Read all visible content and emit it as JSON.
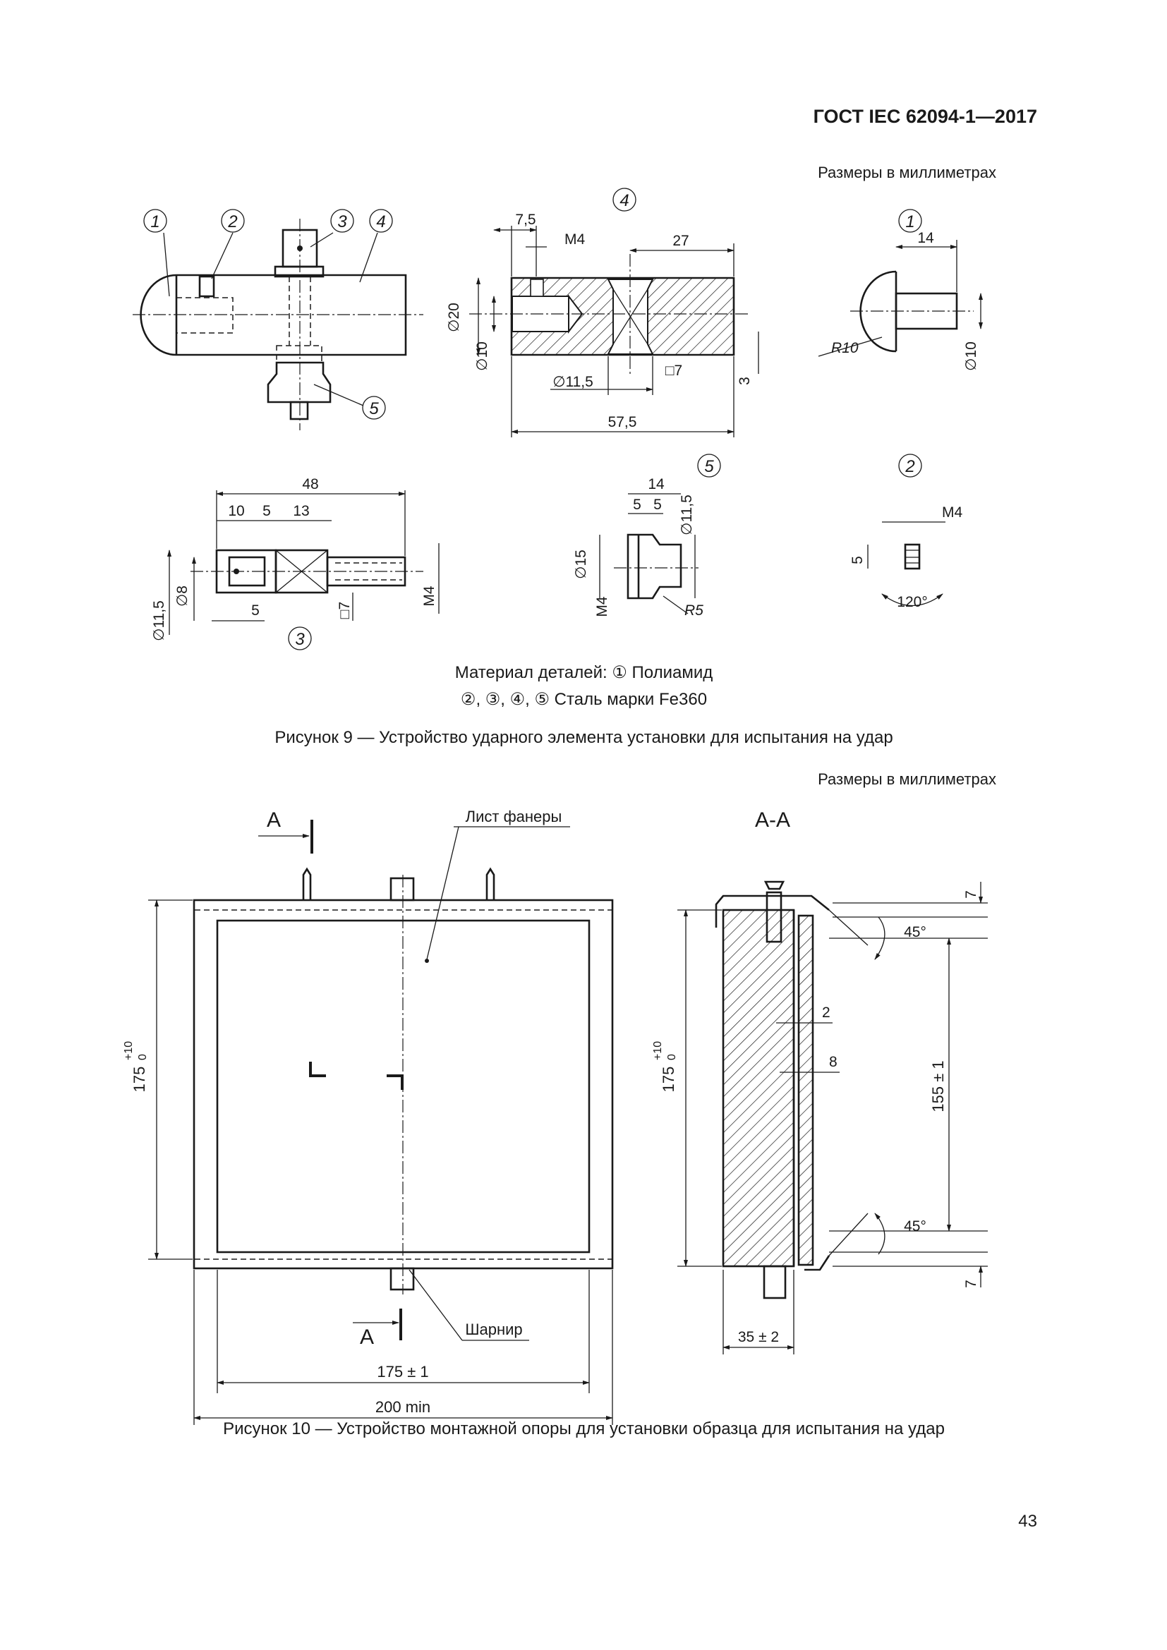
{
  "header": {
    "standard": "ГОСТ IEC 62094-1—2017"
  },
  "units_label": "Размеры в миллиметрах",
  "figure9": {
    "callouts": [
      "1",
      "2",
      "3",
      "4",
      "5"
    ],
    "part4": {
      "dims": {
        "d1": "7,5",
        "d2": "M4",
        "d3": "27",
        "d4": "∅20",
        "d5": "∅10",
        "d6": "∅11,5",
        "d7": "□7",
        "d8": "3",
        "d9": "57,5"
      }
    },
    "part1": {
      "dims": {
        "d1": "14",
        "d2": "R10",
        "d3": "∅10"
      }
    },
    "part3": {
      "dims": {
        "d1": "48",
        "d2": "10",
        "d3": "5",
        "d4": "13",
        "d5": "∅11,5",
        "d6": "∅8",
        "d7": "5",
        "d8": "□7",
        "d9": "M4"
      }
    },
    "part5": {
      "dims": {
        "d1": "14",
        "d2": "5",
        "d3": "5",
        "d4": "∅11,5",
        "d5": "∅15",
        "d6": "M4",
        "d7": "R5"
      }
    },
    "part2": {
      "dims": {
        "d1": "M4",
        "d2": "5",
        "d3": "120°"
      }
    },
    "material_line1": "Материал деталей: ① Полиамид",
    "material_line2": "②, ③, ④, ⑤ Сталь марки Fe360",
    "caption": "Рисунок 9 — Устройство ударного элемента установки для испытания на удар"
  },
  "figure10": {
    "section_mark": "A",
    "section_title": "A-A",
    "label_plywood": "Лист фанеры",
    "label_hinge": "Шарнир",
    "dims": {
      "height": "175",
      "height_tol_upper": "+10",
      "height_tol_lower": "0",
      "inner_width": "175 ± 1",
      "outer_width": "200 min",
      "inner_height": "155 ± 1",
      "top_offset": "7",
      "bottom_offset": "7",
      "angle_top": "45°",
      "angle_bottom": "45°",
      "gap": "2",
      "thickness": "8",
      "depth": "35 ± 2"
    },
    "caption": "Рисунок 10 — Устройство монтажной опоры для установки образца для испытания на удар"
  },
  "page_number": "43"
}
